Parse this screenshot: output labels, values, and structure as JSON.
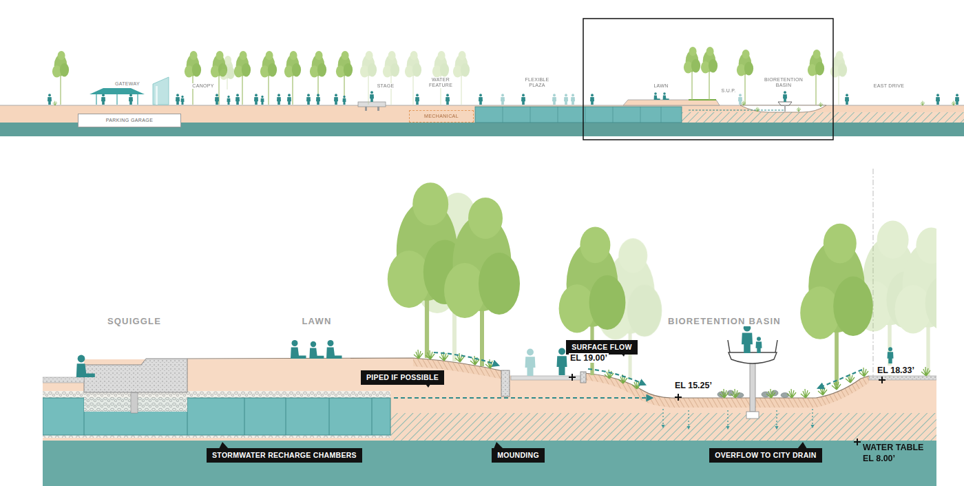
{
  "diagram": {
    "nodes": [
      {
        "text": [
          "PARKING GARAGE"
        ]
      },
      {
        "text": [
          "MECHANICAL"
        ]
      },
      {
        "text": [
          "SURFACE FLOW"
        ]
      },
      {
        "text": [
          "PIPED IF POSSIBLE"
        ]
      },
      {
        "text": [
          "STORMWATER RECHARGE CHAMBERS"
        ]
      },
      {
        "text": [
          "MOUNDING"
        ]
      },
      {
        "text": [
          "OVERFLOW TO CITY DRAIN"
        ]
      }
    ],
    "labels": [
      "GATEWAY",
      "CANOPY",
      "STAGE",
      "WATER FEATURE",
      "FLEXIBLE PLAZA",
      "LAWN",
      "S.U.P.",
      "BIORETENTION BASIN",
      "EAST DRIVE",
      "SQUIGGLE",
      "LAWN",
      "BIORETENTION BASIN",
      "EL 19.00’",
      "EL 15.25’",
      "EL 18.33’",
      "WATER TABLE EL 8.00’"
    ]
  }
}
